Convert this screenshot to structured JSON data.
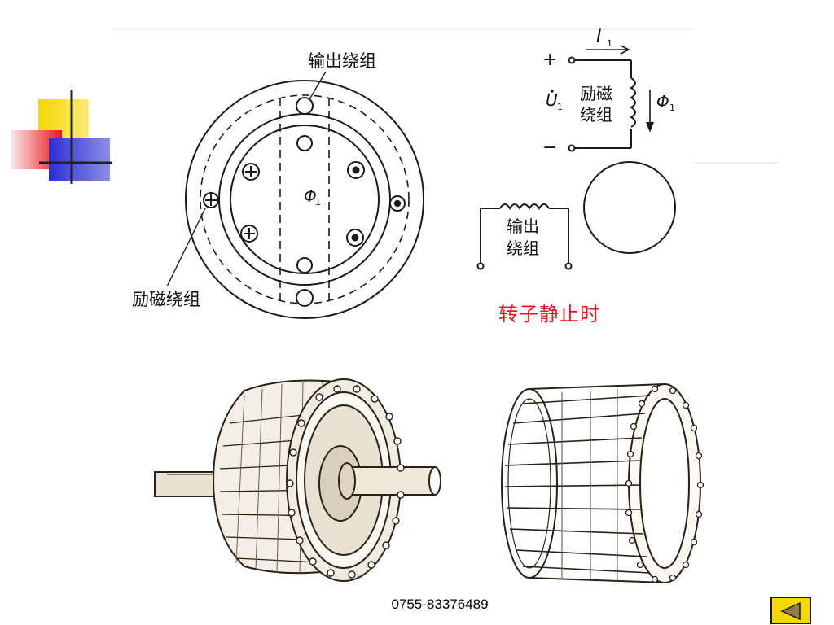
{
  "slide": {
    "caption": "转子静止时",
    "footer_phone": "0755-83376489",
    "colors": {
      "caption": "#e8141e",
      "nav_button": "#f4d800",
      "deco_yellow": "#f5d800",
      "deco_red": "#e8141e",
      "deco_blue": "#2b2fd4"
    }
  },
  "stator_diagram": {
    "label_output": "输出绕组",
    "label_excitation": "励磁绕组",
    "flux_symbol": "Φ",
    "flux_sub": "1"
  },
  "circuit_diagram": {
    "current_symbol": "I",
    "current_sub": "1",
    "plus": "+",
    "minus": "−",
    "voltage_symbol": "U",
    "voltage_sub": "1",
    "coil_label_line1": "励磁",
    "coil_label_line2": "绕组",
    "flux_symbol": "Φ",
    "flux_sub": "1",
    "output_label_line1": "输出",
    "output_label_line2": "绕组"
  },
  "icons": {
    "nav": "triangle-left-icon",
    "shaft_rotor": "rotor-with-shaft-illustration",
    "cage": "squirrel-cage-illustration"
  }
}
